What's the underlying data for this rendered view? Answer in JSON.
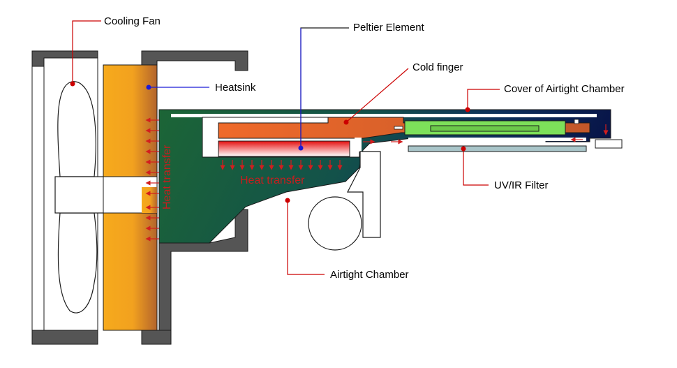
{
  "labels": {
    "cooling_fan": "Cooling Fan",
    "peltier": "Peltier Element",
    "cold_finger": "Cold finger",
    "heatsink": "Heatsink",
    "cover": "Cover of Airtight Chamber",
    "uvir": "UV/IR Filter",
    "airtight": "Airtight Chamber",
    "heat_transfer_horizontal": "Heat transfer",
    "heat_transfer_vertical": "Heat transfer"
  },
  "colors": {
    "housing": "#555555",
    "heatsink_light": "#f5a81f",
    "heatsink_dark": "#b8692a",
    "chamber_green": "#1a5a36",
    "chamber_navy": "#0b1a4a",
    "cold_finger": "#d4622a",
    "peltier_red": "#e01a1a",
    "sensor_green": "#7de05a",
    "filter": "#a9c5c9",
    "leader_red": "#cc0000",
    "leader_blue": "#1a1ad6",
    "arrow_red": "#d21e1e"
  }
}
